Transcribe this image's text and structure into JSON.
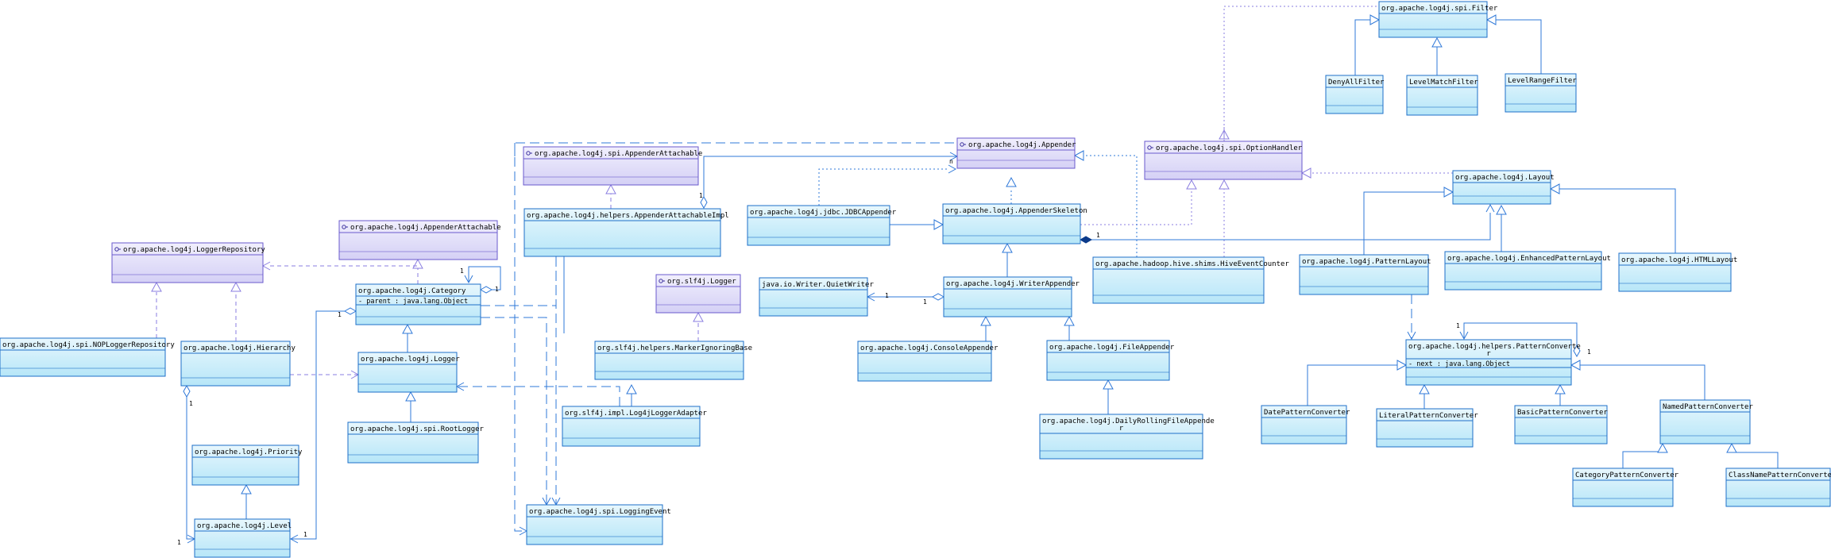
{
  "colors": {
    "class_border": "#1e6fc8",
    "class_fill": "#c2ebfa",
    "class_fill_light": "#e8f7fd",
    "interface_border": "#6a5acd",
    "interface_fill": "#dcd9f7",
    "interface_fill_light": "#f1effd",
    "line": "#2f78d8",
    "dashed_line": "#8a7ee0",
    "text": "#000000"
  },
  "icons": {
    "interface": "interface-icon"
  },
  "classes": {
    "filter": {
      "label": "org.apache.log4j.spi.Filter",
      "kind": "class"
    },
    "deny": {
      "label": "DenyAllFilter",
      "kind": "class"
    },
    "levelmatch": {
      "label": "LevelMatchFilter",
      "kind": "class"
    },
    "levelrange": {
      "label": "LevelRangeFilter",
      "kind": "class"
    },
    "appender": {
      "label": "org.apache.log4j.Appender",
      "kind": "interface"
    },
    "optionhandler": {
      "label": "org.apache.log4j.spi.OptionHandler",
      "kind": "interface"
    },
    "spiappenderattachable": {
      "label": "org.apache.log4j.spi.AppenderAttachable",
      "kind": "interface"
    },
    "appenderattachableimpl": {
      "label": "org.apache.log4j.helpers.AppenderAttachableImpl",
      "kind": "class"
    },
    "jdbcappender": {
      "label": "org.apache.log4j.jdbc.JDBCAppender",
      "kind": "class"
    },
    "appenderskeleton": {
      "label": "org.apache.log4j.AppenderSkeleton",
      "kind": "class"
    },
    "layout": {
      "label": "org.apache.log4j.Layout",
      "kind": "class"
    },
    "appenderattachable": {
      "label": "org.apache.log4j.AppenderAttachable",
      "kind": "interface"
    },
    "loggerrepository": {
      "label": "org.apache.log4j.LoggerRepository",
      "kind": "interface"
    },
    "category": {
      "label": "org.apache.log4j.Category",
      "kind": "class",
      "attribute": "-  parent   :  java.lang.Object"
    },
    "slf4jlogger": {
      "label": "org.slf4j.Logger",
      "kind": "interface"
    },
    "quietwriter": {
      "label": "java.io.Writer.QuietWriter",
      "kind": "class"
    },
    "writerappender": {
      "label": "org.apache.log4j.WriterAppender",
      "kind": "class"
    },
    "hiveeventcounter": {
      "label": "org.apache.hadoop.hive.shims.HiveEventCounter",
      "kind": "class"
    },
    "patternlayout": {
      "label": "org.apache.log4j.PatternLayout",
      "kind": "class"
    },
    "enhancedpatternlayout": {
      "label": "org.apache.log4j.EnhancedPatternLayout",
      "kind": "class"
    },
    "htmllayout": {
      "label": "org.apache.log4j.HTMLLayout",
      "kind": "class"
    },
    "noplogger": {
      "label": "org.apache.log4j.spi.NOPLoggerRepository",
      "kind": "class"
    },
    "hierarchy": {
      "label": "org.apache.log4j.Hierarchy",
      "kind": "class"
    },
    "logger": {
      "label": "org.apache.log4j.Logger",
      "kind": "class"
    },
    "markerignoring": {
      "label": "org.slf4j.helpers.MarkerIgnoringBase",
      "kind": "class"
    },
    "consoleappender": {
      "label": "org.apache.log4j.ConsoleAppender",
      "kind": "class"
    },
    "fileappender": {
      "label": "org.apache.log4j.FileAppender",
      "kind": "class"
    },
    "patternconverter": {
      "label": "org.apache.log4j.helpers.PatternConverte",
      "label2": "r",
      "kind": "class",
      "attribute": "-  next   :  java.lang.Object"
    },
    "rootlogger": {
      "label": "org.apache.log4j.spi.RootLogger",
      "kind": "class"
    },
    "log4jloggeradapter": {
      "label": "org.slf4j.impl.Log4jLoggerAdapter",
      "kind": "class"
    },
    "dailyrolling": {
      "label": "org.apache.log4j.DailyRollingFileAppende",
      "label2": "r",
      "kind": "class"
    },
    "datepc": {
      "label": "DatePatternConverter",
      "kind": "class"
    },
    "literalpc": {
      "label": "LiteralPatternConverter",
      "kind": "class"
    },
    "basicpc": {
      "label": "BasicPatternConverter",
      "kind": "class"
    },
    "namedpc": {
      "label": "NamedPatternConverter",
      "kind": "class"
    },
    "priority": {
      "label": "org.apache.log4j.Priority",
      "kind": "class"
    },
    "categorypc": {
      "label": "CategoryPatternConverter",
      "kind": "class"
    },
    "classnamepc": {
      "label": "ClassNamePatternConverter",
      "kind": "class"
    },
    "level": {
      "label": "org.apache.log4j.Level",
      "kind": "class"
    },
    "loggingevent": {
      "label": "org.apache.log4j.spi.LoggingEvent",
      "kind": "class"
    }
  },
  "multiplicities": {
    "n": "n",
    "one": "1"
  }
}
